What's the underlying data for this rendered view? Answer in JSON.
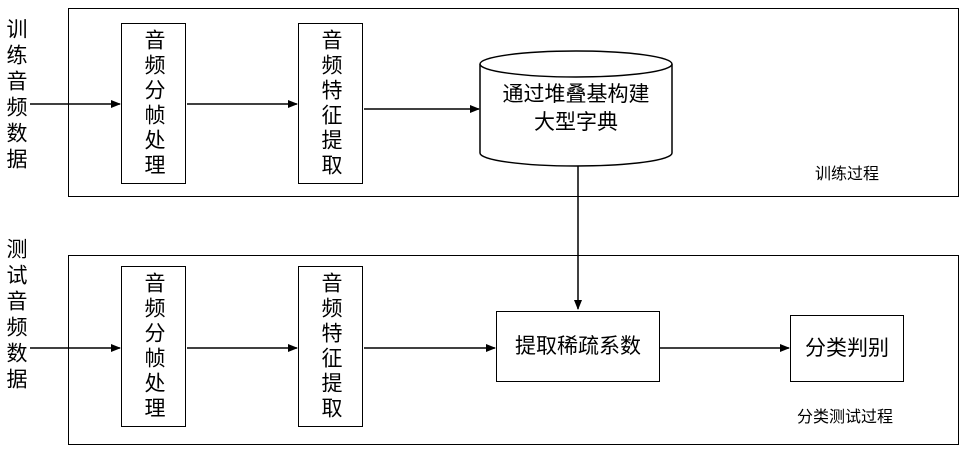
{
  "training": {
    "input_label": "训练音频数据",
    "framing": "音频分帧处理",
    "feature": "音频特征提取",
    "dictionary": "通过堆叠基构建大型字典",
    "caption": "训练过程"
  },
  "testing": {
    "input_label": "测试音频数据",
    "framing": "音频分帧处理",
    "feature": "音频特征提取",
    "sparse": "提取稀疏系数",
    "classify": "分类判别",
    "caption": "分类测试过程"
  }
}
